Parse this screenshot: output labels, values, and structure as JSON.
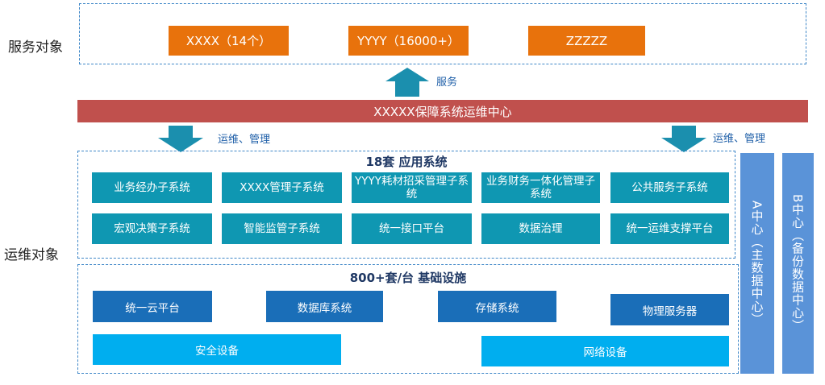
{
  "labels": {
    "service_objects": "服务对象",
    "ops_objects": "运维对象"
  },
  "service_targets": [
    {
      "label": "XXXX（14个）"
    },
    {
      "label": "YYYY（16000+）"
    },
    {
      "label": "ZZZZZ"
    }
  ],
  "arrows": {
    "up_label": "服务",
    "down_left_label": "运维、管理",
    "down_right_label": "运维、管理"
  },
  "center_bar": {
    "label": "XXXXX保障系统运维中心"
  },
  "apps": {
    "title": "18套 应用系统",
    "row1": [
      {
        "label": "业务经办子系统"
      },
      {
        "label": "XXXX管理子系统"
      },
      {
        "label": "YYYY耗材招采管理子系统"
      },
      {
        "label": "业务财务一体化管理子系统"
      },
      {
        "label": "公共服务子系统"
      }
    ],
    "row2": [
      {
        "label": "宏观决策子系统"
      },
      {
        "label": "智能监管子系统"
      },
      {
        "label": "统一接口平台"
      },
      {
        "label": "数据治理"
      },
      {
        "label": "统一运维支撑平台"
      }
    ]
  },
  "infra": {
    "title": "800+套/台 基础设施",
    "row1": [
      {
        "label": "统一云平台"
      },
      {
        "label": "数据库系统"
      },
      {
        "label": "存储系统"
      },
      {
        "label": "物理服务器"
      }
    ],
    "row2": [
      {
        "label": "安全设备"
      },
      {
        "label": "网络设备"
      }
    ]
  },
  "data_centers": [
    {
      "label": "A中心（主数据中心）"
    },
    {
      "label": "B中心（备份数据中心）"
    }
  ],
  "colors": {
    "orange": "#e8720c",
    "red_bar": "#c0504d",
    "teal": "#0f97b2",
    "arrow_teal": "#1b8fae",
    "blue": "#1a6eb8",
    "cyan": "#00aeef",
    "vertical_blue": "#5a93d8",
    "dashed_border": "#3f87c8"
  },
  "icons": {
    "up_arrow": "arrow-up-icon",
    "down_arrow": "arrow-down-icon"
  }
}
